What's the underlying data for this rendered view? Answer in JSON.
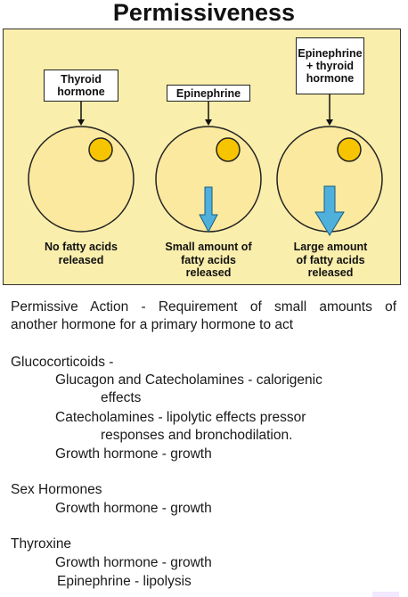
{
  "title": "Permissiveness",
  "panels": [
    {
      "hormone_box": "Thyroid hormone",
      "result": "No fatty acids released",
      "arrow": "none"
    },
    {
      "hormone_box": "Epinephrine",
      "result": "Small amount of fatty acids released",
      "arrow": "small"
    },
    {
      "hormone_box": "Epinephrine + thyroid hormone",
      "result": "Large amount of fatty acids released",
      "arrow": "large"
    }
  ],
  "colors": {
    "panel_bg": "#f9eeac",
    "cell_fill": "#fbe9a0",
    "nucleus_fill": "#f6c400",
    "arrow_fill": "#4fb0dc"
  },
  "text": {
    "definition_line1": "Permissive Action - Requirement of small amounts of",
    "definition_line2": "another hormone for a primary hormone to act",
    "glucocorticoids_heading": "Glucocorticoids -",
    "gluco_item1_line1": "Glucagon and Catecholamines - calorigenic",
    "gluco_item1_line2": "effects",
    "gluco_item2_line1": "Catecholamines - lipolytic effects pressor",
    "gluco_item2_line2": "responses and bronchodilation.",
    "gluco_item3": "Growth hormone - growth",
    "sex_heading": "Sex Hormones",
    "sex_item1": "Growth hormone - growth",
    "thyroxine_heading": "Thyroxine",
    "thyroxine_item1": "Growth hormone - growth",
    "thyroxine_item2": "Epinephrine - lipolysis"
  }
}
